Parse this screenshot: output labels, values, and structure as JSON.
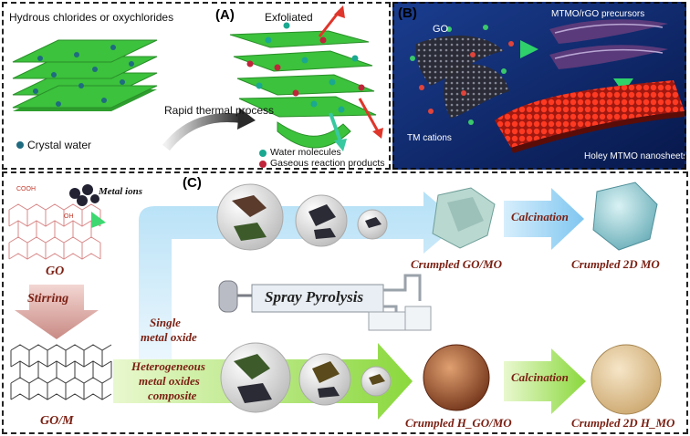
{
  "panel_a": {
    "label": "(A)",
    "left_title": "Hydrous chlorides or oxychlorides",
    "right_title": "Exfoliated",
    "process": "Rapid thermal process",
    "legend_crystal": "Crystal water",
    "legend_water": "Water molecules",
    "legend_gas": "Gaseous reaction products"
  },
  "panel_b": {
    "label": "(B)",
    "go": "GO",
    "precursor": "MTMO/rGO precursors",
    "tm": "TM cations",
    "product": "Holey MTMO nanosheets"
  },
  "panel_c": {
    "label": "(C)",
    "metal_ions": "Metal ions",
    "go": "GO",
    "stirring": "Stirring",
    "gom": "GO/M",
    "single_line1": "Single",
    "single_line2": "metal oxide",
    "hetero_line1": "Heterogeneous",
    "hetero_line2": "metal oxides",
    "hetero_line3": "composite",
    "spray": "Spray Pyrolysis",
    "crumpled_go_mo": "Crumpled GO/MO",
    "calcination_top": "Calcination",
    "crumpled_2d_mo": "Crumpled 2D MO",
    "crumpled_h_go_mo": "Crumpled  H_GO/MO",
    "calcination_bottom": "Calcination",
    "crumpled_2d_h_mo": "Crumpled 2D H_MO",
    "oh": "OH",
    "cooh": "COOH"
  },
  "colors": {
    "sheet_green": "#3cc23c",
    "panel_b_bg": "#0d2a73",
    "holey_red": "#e02a1c",
    "label_red": "#7a1f12",
    "water_teal": "#1aa890",
    "gas_red": "#c0243a"
  }
}
